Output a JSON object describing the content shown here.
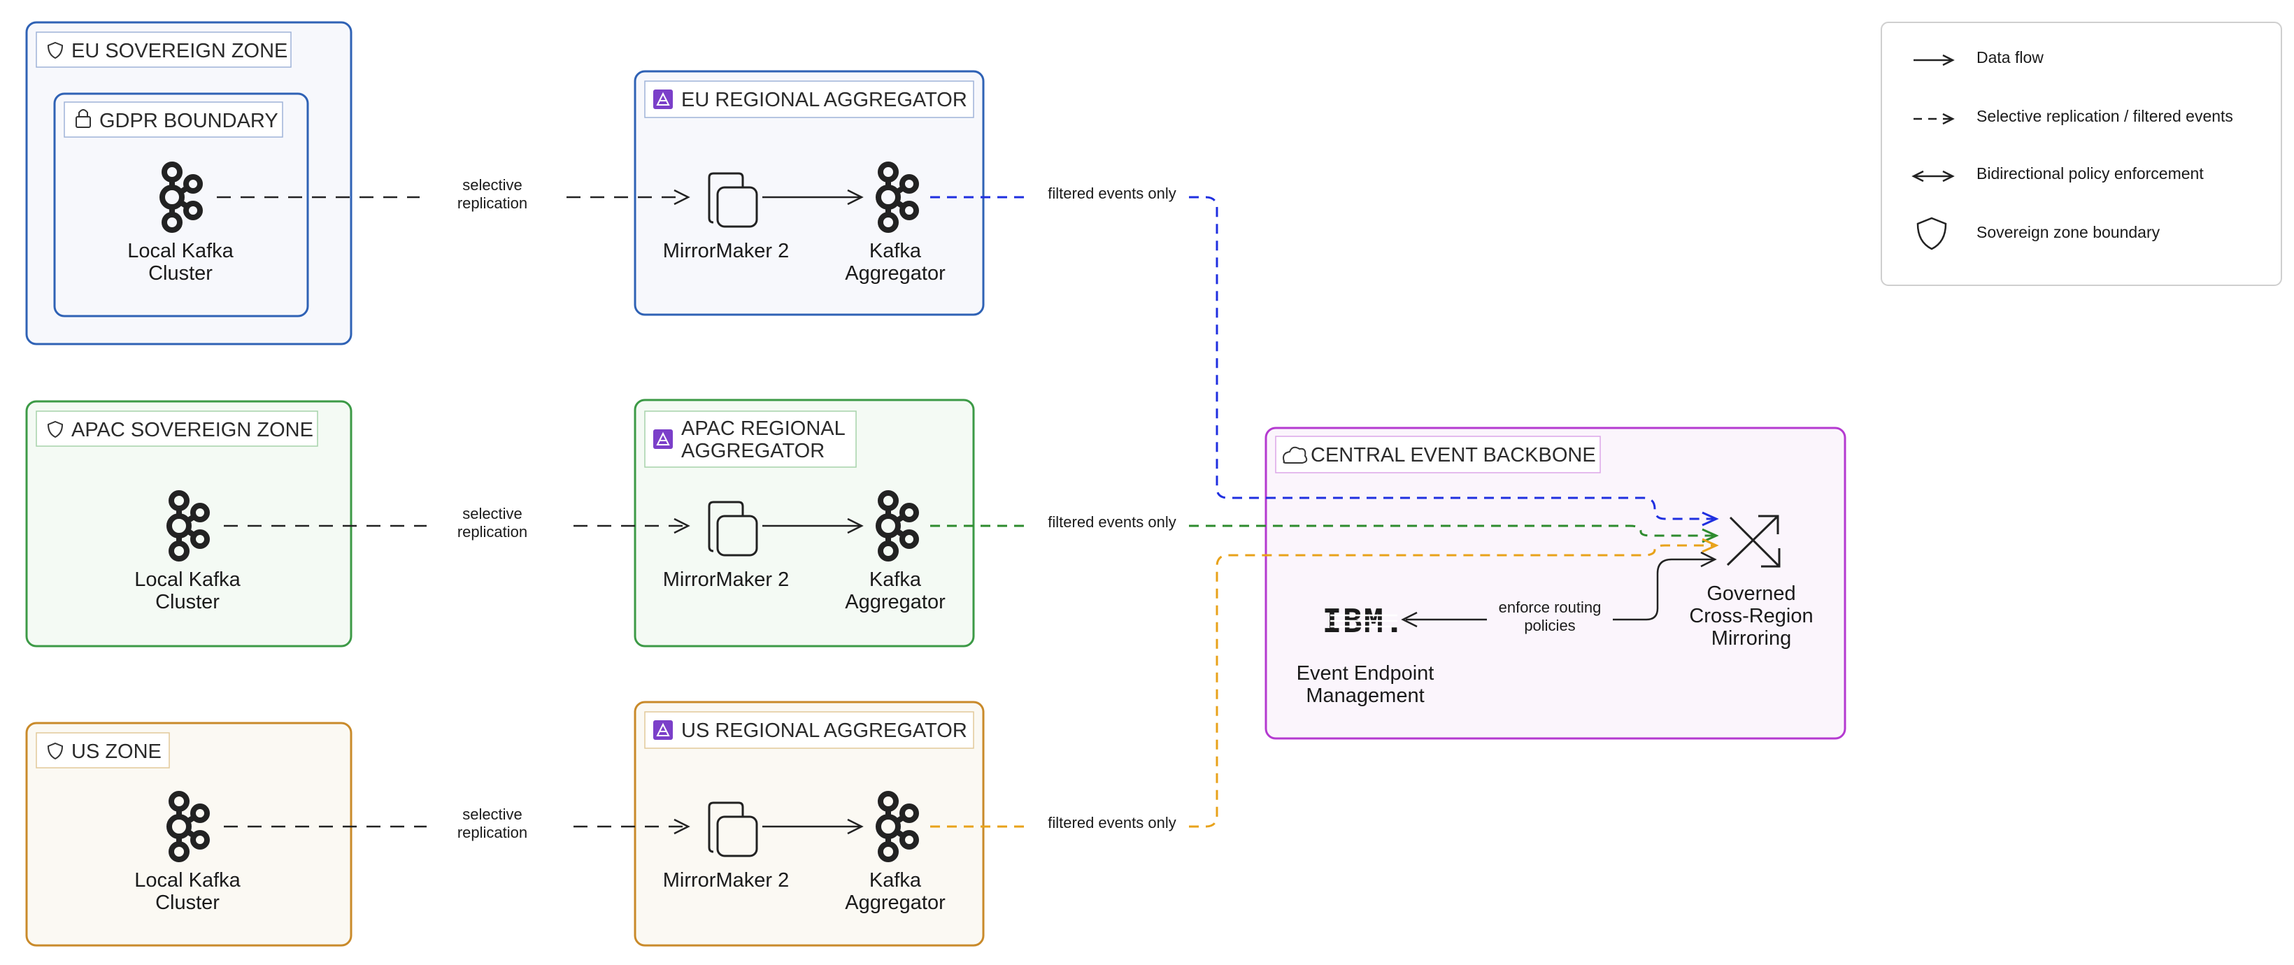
{
  "legend": {
    "data_flow": "Data flow",
    "selective": "Selective replication / filtered events",
    "bidirectional": "Bidirectional policy enforcement",
    "sovereign": "Sovereign zone boundary"
  },
  "zones": {
    "eu": {
      "title": "EU SOVEREIGN ZONE",
      "boundary_title": "GDPR BOUNDARY",
      "cluster_line1": "Local Kafka",
      "cluster_line2": "Cluster",
      "color": "#2f62b5"
    },
    "apac": {
      "title": "APAC SOVEREIGN ZONE",
      "cluster_line1": "Local Kafka",
      "cluster_line2": "Cluster",
      "color": "#3c9a46"
    },
    "us": {
      "title": "US ZONE",
      "cluster_line1": "Local Kafka",
      "cluster_line2": "Cluster",
      "color": "#c98a2a"
    }
  },
  "aggregators": {
    "eu": {
      "title": "EU REGIONAL AGGREGATOR"
    },
    "apac": {
      "title_line1": "APAC REGIONAL",
      "title_line2": "AGGREGATOR"
    },
    "us": {
      "title": "US REGIONAL AGGREGATOR"
    },
    "mirror_label": "MirrorMaker 2",
    "kafka_line1": "Kafka",
    "kafka_line2": "Aggregator"
  },
  "edges": {
    "selective_line1": "selective",
    "selective_line2": "replication",
    "filtered": "filtered events only",
    "enforce_line1": "enforce routing",
    "enforce_line2": "policies"
  },
  "backbone": {
    "title": "CENTRAL EVENT BACKBONE",
    "ibm_logo": "IBM.",
    "eem_line1": "Event Endpoint",
    "eem_line2": "Management",
    "gov_line1": "Governed",
    "gov_line2": "Cross-Region",
    "gov_line3": "Mirroring",
    "color": "#b43ad0"
  },
  "colors": {
    "eu_flow": "#1f2fe0",
    "apac_flow": "#2e8b2e",
    "us_flow": "#e8a21a",
    "aggregator_badge": "#7b3fc9"
  }
}
